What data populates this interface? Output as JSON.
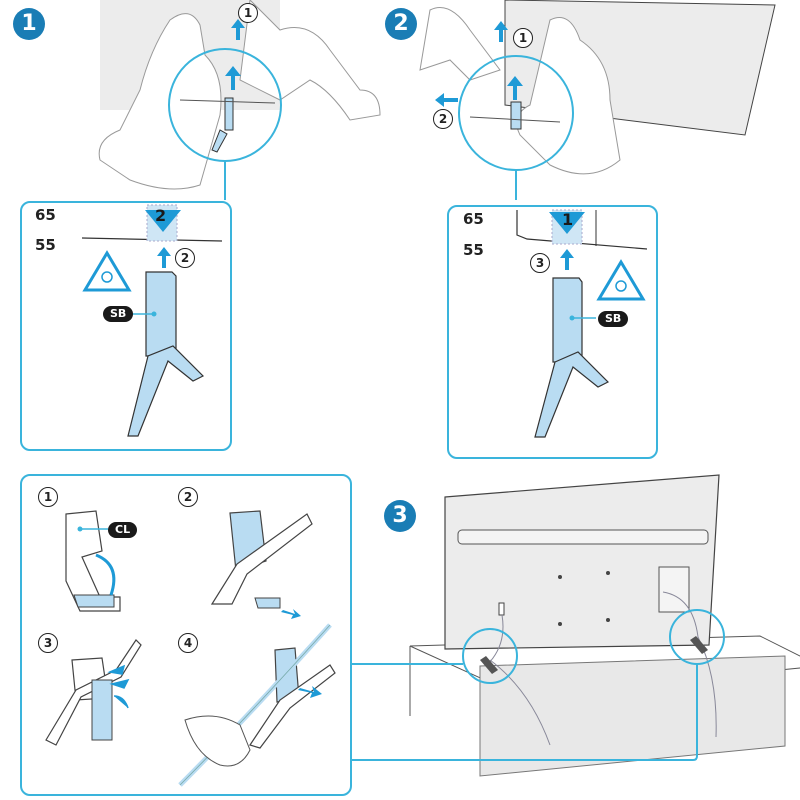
{
  "steps": [
    {
      "number": "1",
      "sizes": [
        "65",
        "55"
      ],
      "stage_label": "2",
      "sub_steps": [
        "1",
        "2"
      ],
      "part_label": "SB"
    },
    {
      "number": "2",
      "sizes": [
        "65",
        "55"
      ],
      "stage_label": "1",
      "sub_steps": [
        "1",
        "2",
        "3"
      ],
      "part_label": "SB"
    },
    {
      "number": "3"
    }
  ],
  "cable_clip": {
    "part_label": "CL",
    "sub_steps": [
      "1",
      "2",
      "3",
      "4"
    ]
  },
  "colors": {
    "accent": "#3ab4dc",
    "badge": "#1a7db5",
    "part_fill": "#b9dcf2",
    "arrow": "#1e9ad6"
  }
}
